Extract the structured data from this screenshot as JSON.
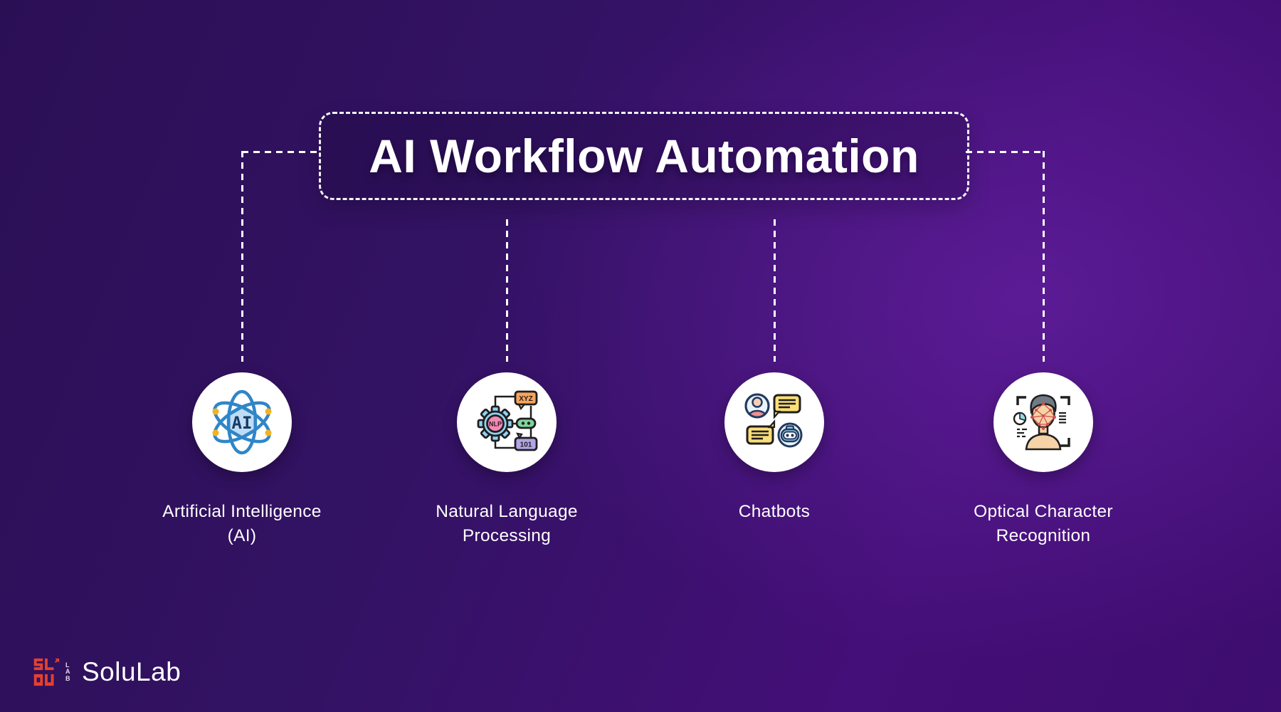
{
  "page": {
    "title": "AI Workflow Automation"
  },
  "nodes": [
    {
      "id": "artificial-intelligence",
      "icon": "ai-atom-icon",
      "label_line1": "Artificial Intelligence",
      "label_line2": "(AI)"
    },
    {
      "id": "natural-language-processing",
      "icon": "nlp-gear-icon",
      "label_line1": "Natural Language",
      "label_line2": "Processing"
    },
    {
      "id": "chatbots",
      "icon": "chatbot-conversation-icon",
      "label_line1": "Chatbots",
      "label_line2": ""
    },
    {
      "id": "optical-character-recognition",
      "icon": "ocr-face-scan-icon",
      "label_line1": "Optical Character",
      "label_line2": "Recognition"
    }
  ],
  "icon_texts": {
    "ai": "AI",
    "nlp": "NLP",
    "xyz": "XYZ",
    "one_o_one": "101"
  },
  "brand": {
    "name": "SoluLab",
    "mark_sub": "LAB"
  },
  "colors": {
    "background_dark": "#2b0f55",
    "background_violet": "#440f78",
    "line_white": "#ffffff",
    "circle_white": "#ffffff",
    "atom_blue": "#2f86c8",
    "atom_center_fill": "#bfdcf6",
    "atom_dot_yellow": "#f3b31e",
    "nlp_gear_blue": "#8fd3f4",
    "nlp_center_pink": "#f886b5",
    "nlp_bubble_orange": "#f7a45c",
    "nlp_pill_green": "#7fd49b",
    "nlp_bubble_purple": "#b2a4e6",
    "chat_bubble_yellow": "#fade77",
    "chat_body_pink": "#f08f8f",
    "chat_robot_blue": "#9ed1f2",
    "ocr_skin": "#f6d2a6",
    "ocr_hair_gray": "#707a85",
    "ocr_mesh_red": "#d14f4f",
    "ocr_pie_teal": "#8fd8e8",
    "brand_red": "#e6402e"
  }
}
